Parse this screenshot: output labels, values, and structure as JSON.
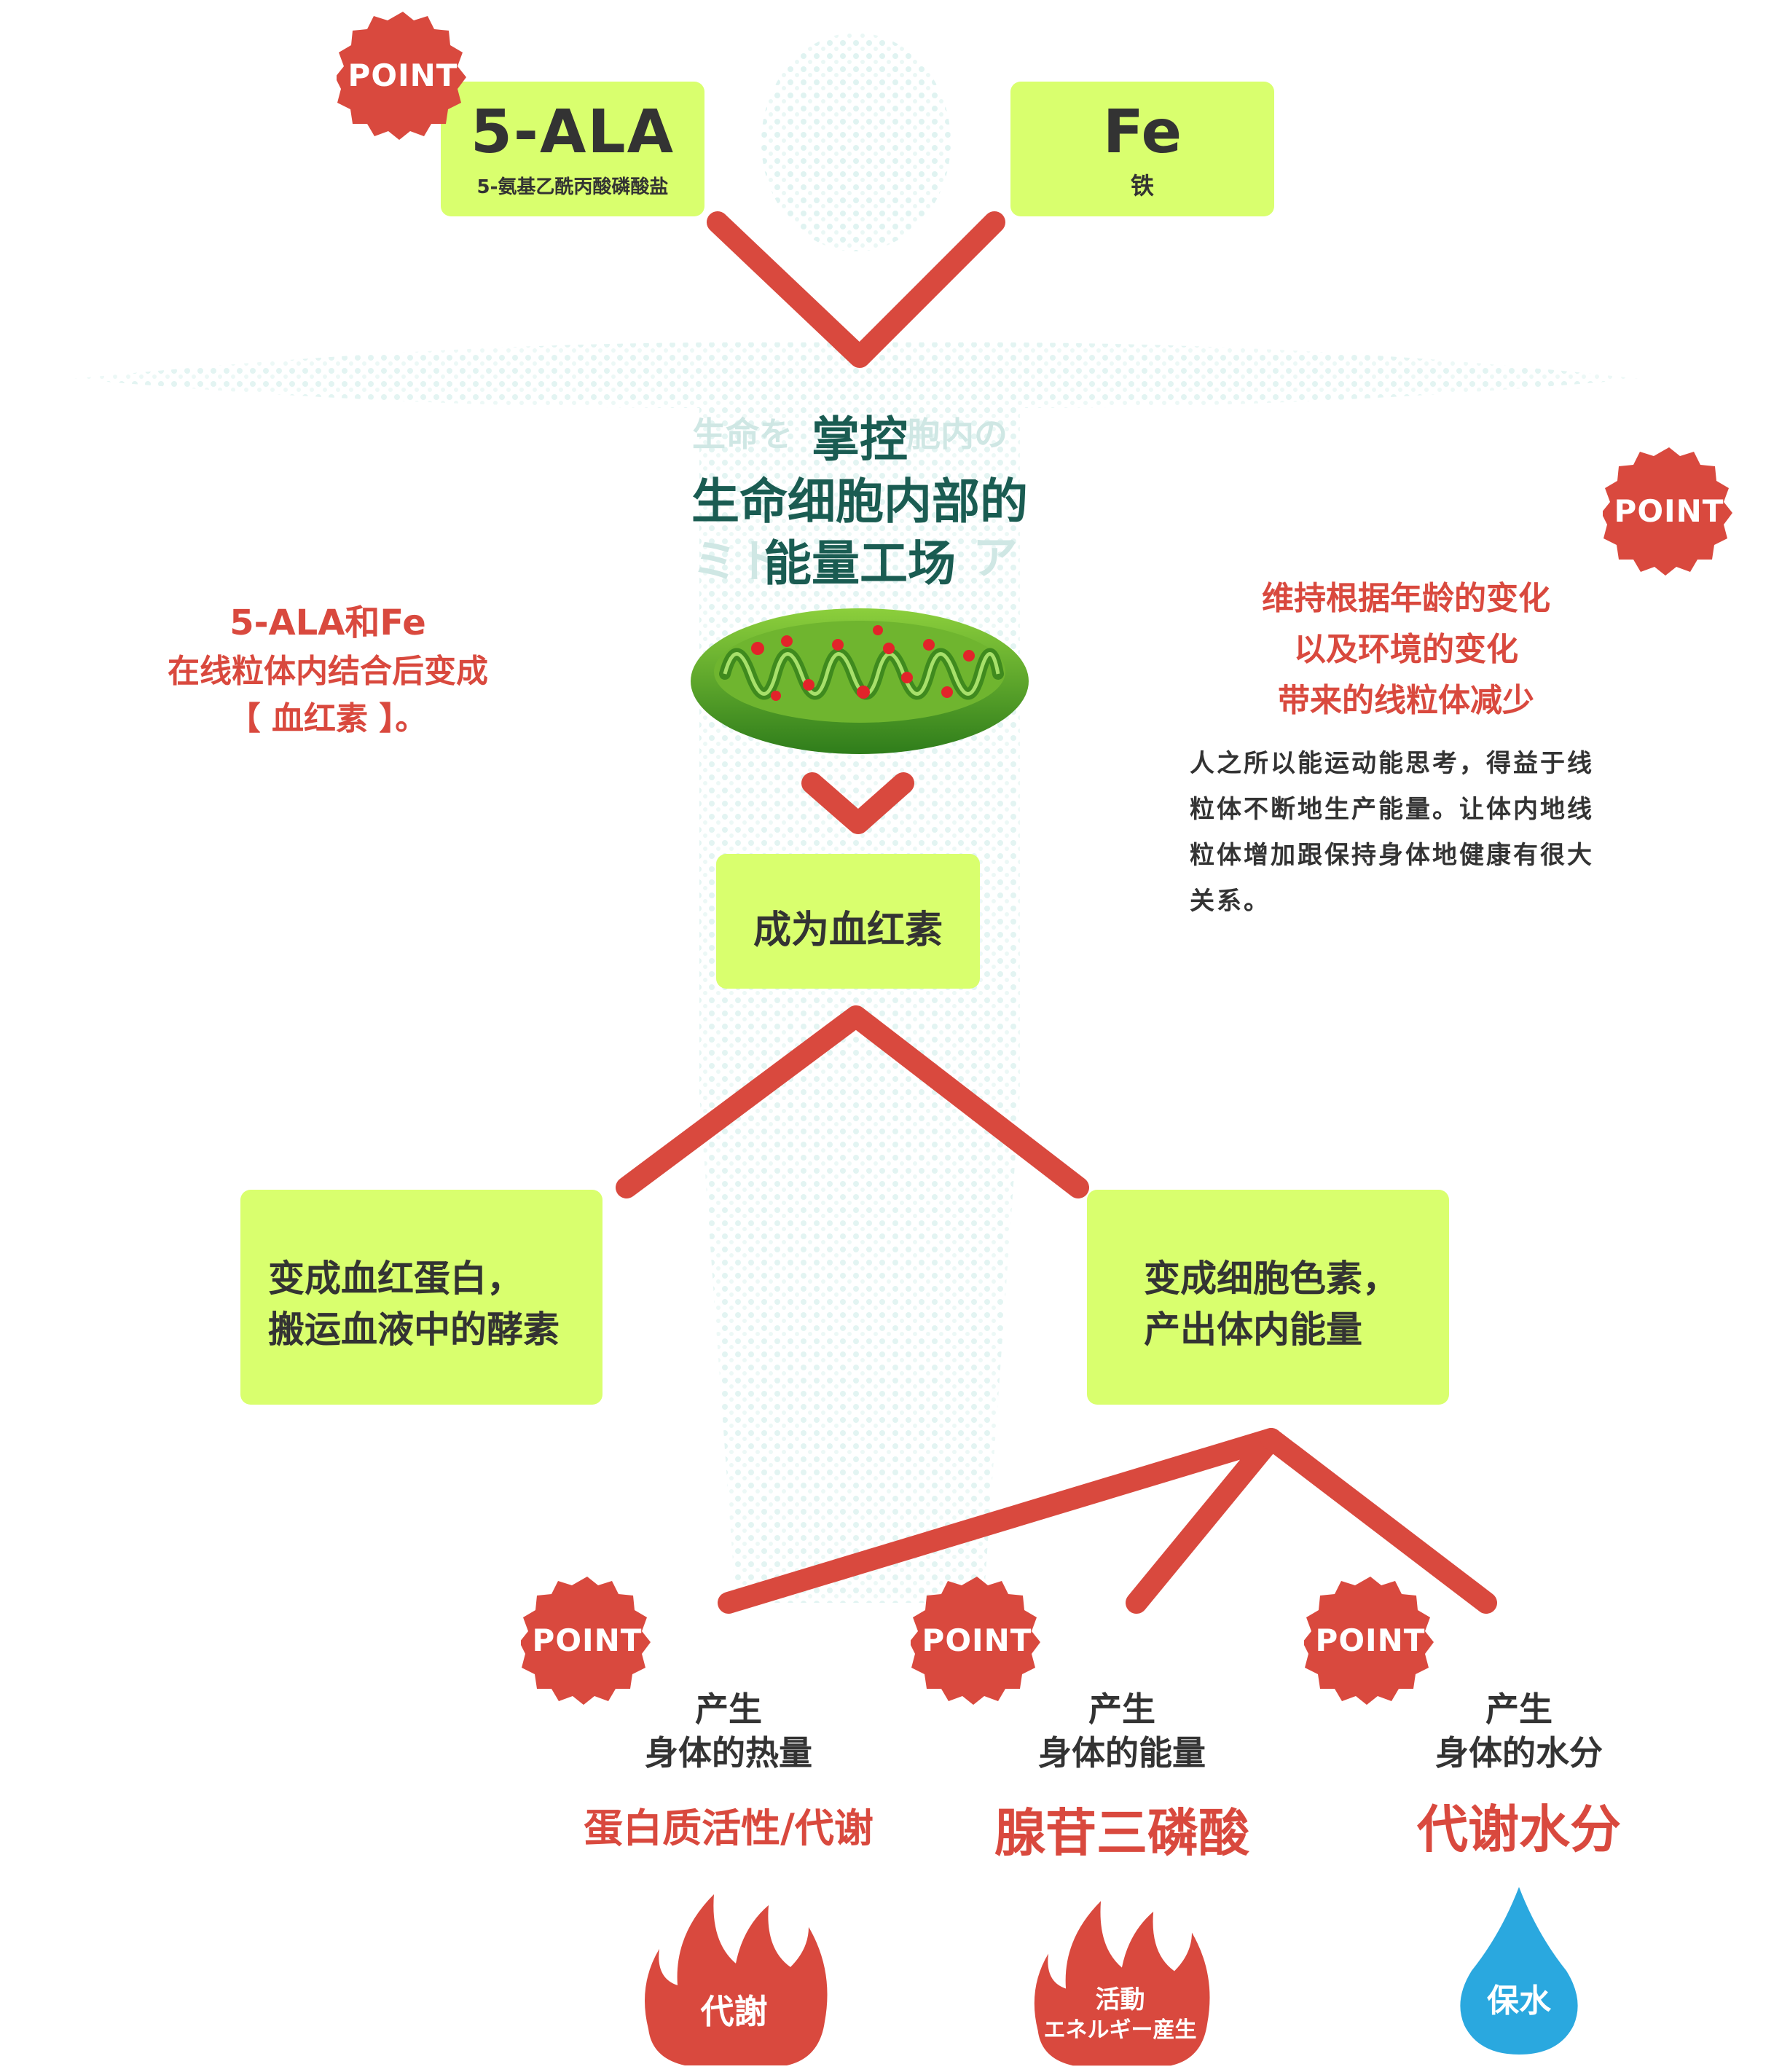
{
  "inputs": {
    "ala": {
      "title": "5-ALA",
      "subtitle": "5-氨基乙酰丙酸磷酸盐"
    },
    "fe": {
      "title": "Fe",
      "subtitle": "铁"
    }
  },
  "point_label": "POINT",
  "heading": {
    "line1": "掌控",
    "line2": "生命细胞内部的",
    "line3": "能量工场",
    "ghost_top": "生命を",
    "ghost_top_right": "胞内の",
    "ghost_bottom_left": "ミト",
    "ghost_bottom_right": "ア"
  },
  "left_note": {
    "line1": "5-ALA和Fe",
    "line2": "在线粒体内结合后变成",
    "line3": "【 血红素 】。"
  },
  "right_note": {
    "title1": "维持根据年龄的变化",
    "title2": "以及环境的变化",
    "title3": "带来的线粒体减少",
    "body1": "人之所以能运动能思考，得益于线",
    "body2": "粒体不断地生产能量。让体内地线",
    "body3": "粒体增加跟保持身体地健康有很大",
    "body4": "关系。"
  },
  "heme_box": {
    "label": "成为血红素"
  },
  "left_branch": {
    "line1": "变成血红蛋白，",
    "line2": "搬运血液中的酵素"
  },
  "right_branch": {
    "line1": "变成细胞色素，",
    "line2": "产出体内能量"
  },
  "outcomes": [
    {
      "line1": "产生",
      "line2": "身体的热量",
      "highlight": "蛋白质活性/代谢",
      "icon_text": "代謝",
      "icon": "flame-icon"
    },
    {
      "line1": "产生",
      "line2": "身体的能量",
      "highlight": "腺苷三磷酸",
      "icon_text1": "活動",
      "icon_text2": "エネルギー産生",
      "icon": "flame-icon"
    },
    {
      "line1": "产生",
      "line2": "身体的水分",
      "highlight": "代谢水分",
      "icon_text": "保水",
      "icon": "water-drop-icon"
    }
  ],
  "colors": {
    "box": "#d9ff6e",
    "arrow": "#d9493e",
    "badge": "#d9493e",
    "heading": "#1a5c52",
    "red_text": "#d9493e",
    "drop": "#2aa8df",
    "mitochondria": "#5aa52a"
  }
}
